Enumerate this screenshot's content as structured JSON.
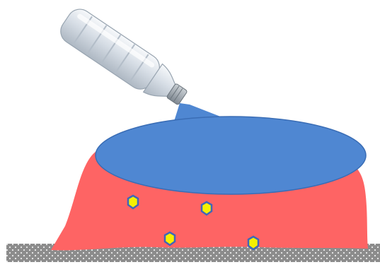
{
  "scene": {
    "objects": [
      "plastic-water-bottle",
      "water-pour-stream",
      "water-pool",
      "soil-mound",
      "particle",
      "ground-base"
    ],
    "particle_count": 4
  },
  "colors": {
    "background": "#ffffff",
    "soil_mound": "#fe6464",
    "water_pool": "#4f87d2",
    "water_pool_outline": "#3a6db5",
    "particle_fill": "#f5f000",
    "particle_outline": "#3f67b8",
    "ground_base": "#8c8c8c",
    "ground_speckle": "#ededed",
    "bottle_body": "#dfe6ee",
    "bottle_cap": "#9aa3ab"
  }
}
